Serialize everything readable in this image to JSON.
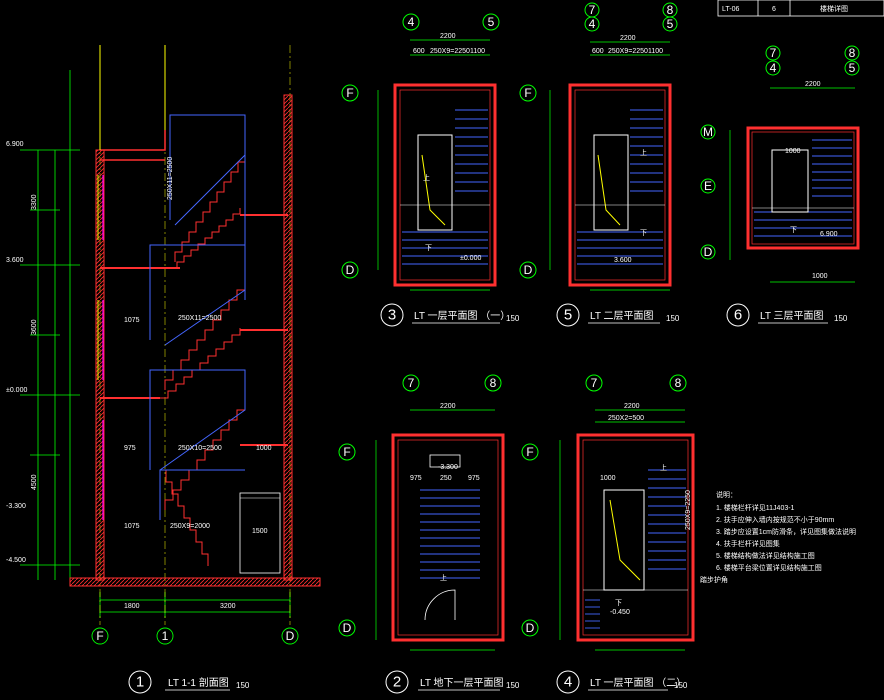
{
  "title_block": {
    "cell_a": "LT-06",
    "cell_b": "6",
    "cell_c": "楼梯详图"
  },
  "drawings": [
    {
      "num": "1",
      "title": "LT 1-1 剖面图",
      "scale": "150"
    },
    {
      "num": "2",
      "title": "LT 地下一层平面图",
      "scale": "150"
    },
    {
      "num": "3",
      "title": "LT 一层平面图 （一）",
      "scale": "150"
    },
    {
      "num": "4",
      "title": "LT 一层平面图 （二）",
      "scale": "150"
    },
    {
      "num": "5",
      "title": "LT 二层平面图",
      "scale": "150"
    },
    {
      "num": "6",
      "title": "LT 三层平面图",
      "scale": "150"
    }
  ],
  "section": {
    "grid_bottom": [
      "F",
      "1",
      "D"
    ],
    "levels": [
      "6.900",
      "3.600",
      "±0.000",
      "-3.300",
      "-4.500"
    ],
    "dims_left": [
      "3300",
      "3600",
      "4500"
    ],
    "dims_bottom": [
      "1800",
      "3200"
    ],
    "stair_notes": [
      "250X11=2500",
      "250X11=2500",
      "250X10=2500",
      "250X9=2000"
    ],
    "door_label": "1500",
    "landing_labels": [
      "1075",
      "975",
      "1075",
      "1000"
    ]
  },
  "plans": {
    "p3": {
      "grids_top": [
        "4",
        "5"
      ],
      "grids_left": [
        "F",
        "D"
      ],
      "dims": [
        "2200",
        "600",
        "250X9=2250",
        "1100"
      ],
      "up": "上",
      "down": "下",
      "level": "±0.000"
    },
    "p5": {
      "grids_top": [
        "7",
        "4",
        "8",
        "5"
      ],
      "grids_left": [
        "F",
        "D"
      ],
      "dims": [
        "2200",
        "600",
        "250X9=2250",
        "1100"
      ],
      "up": "上",
      "down": "下",
      "level": "3.600"
    },
    "p6": {
      "grids_top": [
        "7",
        "4",
        "8",
        "5"
      ],
      "grids_left": [
        "M",
        "E",
        "D"
      ],
      "dims": [
        "2200",
        "1000",
        "1000"
      ],
      "up": "",
      "down": "下",
      "level": "6.900"
    },
    "p2": {
      "grids_top": [
        "7",
        "8"
      ],
      "grids_left": [
        "F",
        "D"
      ],
      "dims": [
        "2200",
        "975",
        "250",
        "975"
      ],
      "up": "上",
      "down": "",
      "level": "-3.300"
    },
    "p4": {
      "grids_top": [
        "7",
        "8"
      ],
      "grids_left": [
        "F",
        "D"
      ],
      "dims": [
        "2200",
        "250X2=500",
        "1000",
        "250X9=2250"
      ],
      "up": "上",
      "down": "下",
      "level": "-0.450"
    }
  },
  "notes": {
    "heading": "说明：",
    "items": [
      "1. 楼梯栏杆详见11J403-1",
      "2. 扶手应伸入墙内按规范不小于90mm",
      "3. 踏步应设置1cm防滑条，详见图集做法说明",
      "4. 扶手栏杆详见图集",
      "5. 楼梯结构做法详见结构施工图",
      "6. 楼梯平台梁位置详见结构施工图"
    ],
    "label_right": "踏步护角"
  },
  "colors": {
    "wall": "#ff3030",
    "stair": "#4466ff",
    "green": "#00ff00",
    "yellow": "#ffff00",
    "cyan": "#00ffff",
    "magenta": "#ff00ff",
    "white": "#ffffff"
  }
}
